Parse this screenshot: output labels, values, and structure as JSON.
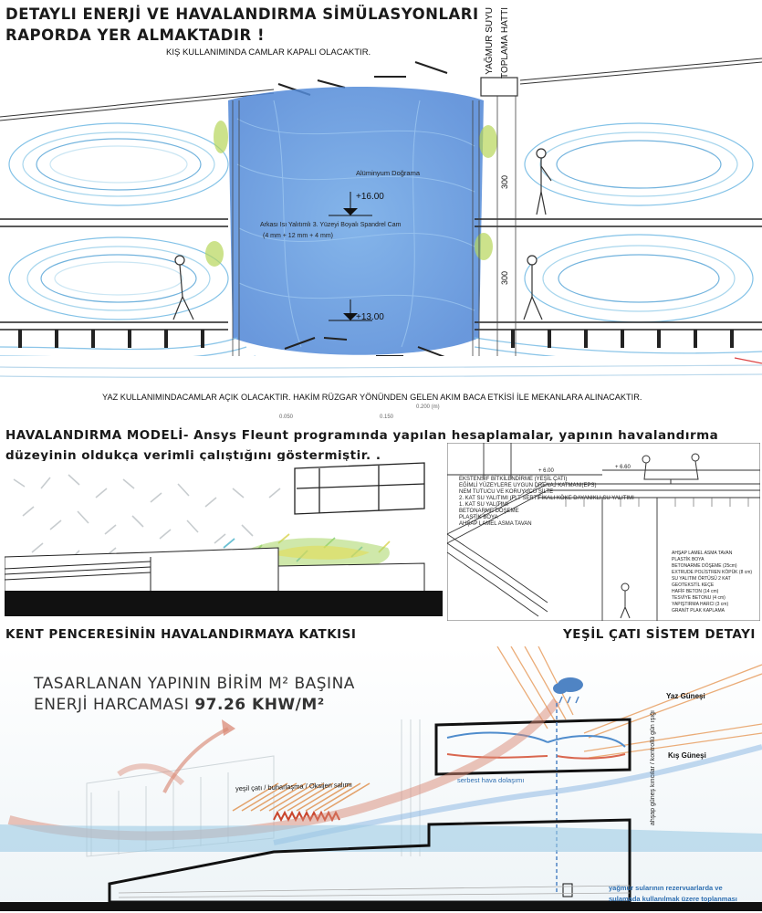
{
  "header": {
    "title_line1": "DETAYLI ENERJİ VE HAVALANDIRMA SİMÜLASYONLARI",
    "title_line2": "RAPORDA YER ALMAKTADIR !"
  },
  "section1": {
    "winter_note": "KIŞ KULLANIMINDA CAMLAR KAPALI OLACAKTIR.",
    "rain_label_line1": "YAĞMUR SUYU",
    "rain_label_line2": "TOPLAMA HATTI",
    "aluminum_label": "Alüminyum Doğrama",
    "level_upper": "+16.00",
    "level_lower": "+13.00",
    "spandrel_line1": "Arkası Isı Yalıtımlı 3. Yüzeyi Boyalı Spandrel Cam",
    "spandrel_line2": "(4 mm + 12 mm + 4 mm)",
    "dim_upper": "300",
    "dim_lower": "300",
    "summer_note": "YAZ KULLANIMINDACAMLAR AÇIK OLACAKTIR. HAKİM RÜZGAR YÖNÜNDEN GELEN AKIM BACA ETKİSİ İLE MEKANLARA ALINACAKTIR.",
    "scale_ticks": [
      "0.050",
      "0.150",
      "0.200 (m)"
    ]
  },
  "section2": {
    "model_title": "HAVALANDIRMA MODELİ-",
    "model_text_a": "Ansys Fleunt programında yapılan  hesaplamalar, yapının havalandırma",
    "model_text_b": "düzeyinin oldukça verimli çalıştığını göstermiştir. ."
  },
  "roof_detail": {
    "level_a": "+ 6.60",
    "level_b": "+ 6.00",
    "upper_layers": [
      "EKSTENSİF BİTKİLENDİRME (YEŞİL ÇATI)",
      "EĞİMLİ YÜZEYLERE UYGUN DRENAJ KATMANI(EPS)",
      "NEM TUTUCU VE KORUYUCU ŞİLTE",
      "2. KAT SU YALITIMI (FLT SERTİFİKALI KÖKE DAYANIKLI SU YALITIMI",
      "1. KAT SU YALITIMI",
      "BETONARME DÖŞEME",
      "PLASTİK BOYA",
      "AHŞAP LAMEL ASMA TAVAN"
    ],
    "lower_layers": [
      "AHŞAP LAMEL ASMA TAVAN",
      "PLASTİK BOYA",
      "BETONARME DÖŞEME (25cm)",
      "EXTRUDE POLİSTREN KÖPÜK (8 cm)",
      "SU YALITIM ÖRTÜSÜ 2 KAT",
      "GEOTEKSTİL KEÇE",
      "HAFİF BETON (14 cm)",
      "TESVİYE BETONU (4 cm)",
      "YAPIŞTIRMA HARCI (3 cm)",
      "GRANİT PLAK KAPLAMA"
    ]
  },
  "section3": {
    "left_title": "KENT PENCERESİNİN HAVALANDIRMAYA KATKISI",
    "right_title": "YEŞİL ÇATI SİSTEM DETAYI",
    "energy_line1": "TASARLANAN YAPININ BİRİM M² BAŞINA",
    "energy_line2_prefix": "ENERJİ HARCAMASI ",
    "energy_value": "97.26 KHW/M²",
    "summer_sun": "Yaz Güneşi",
    "winter_sun": "Kış Güneşi",
    "green_roof_label": "yeşil çatı / buharlaşma / Oksijen salımı",
    "free_air": "serbest hava dolaşımı",
    "daylight_label": "ahşap güneş kırıcılar / kontrollü gün ışığı",
    "rain_line1": "yağmur sularının rezervuarlarda ve",
    "rain_line2": "sulamada kullanılmak üzere toplanması"
  },
  "colors": {
    "flow_blue": "#5aa6d8",
    "flow_light": "#b9dcef",
    "flow_green": "#b7d65a",
    "warm_arrow": "#d98a76",
    "sun_ray": "#e9a46a",
    "ground": "#111111",
    "water": "#8fc3df"
  }
}
